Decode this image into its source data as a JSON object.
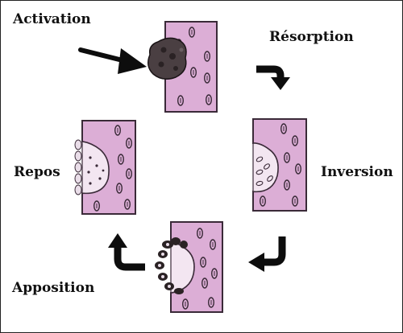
{
  "labels": {
    "activation": "Activation",
    "resorption": "Résorption",
    "inversion": "Inversion",
    "apposition": "Apposition",
    "repos": "Repos"
  },
  "colors": {
    "bone": "#dcaed6",
    "bone_stroke": "#3a2a38",
    "osteoclast": "#4a3f42",
    "arrow": "#0d0d0d",
    "lacuna": "#f3e6f1",
    "cell_light": "#e9dde8"
  }
}
